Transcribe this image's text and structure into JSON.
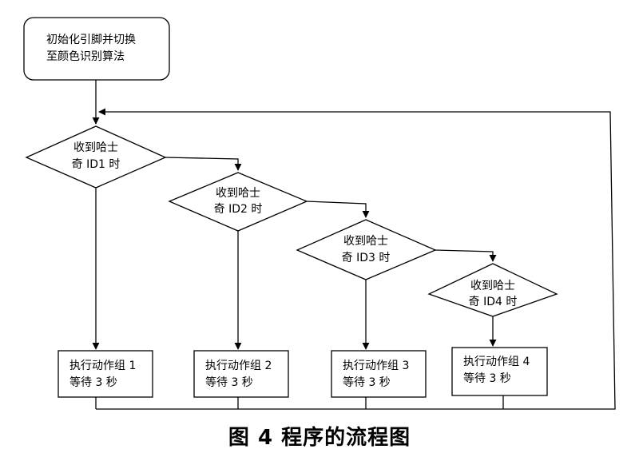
{
  "start": {
    "line1": "初始化引脚并切换",
    "line2": "至颜色识别算法"
  },
  "decisions": [
    {
      "line1": "收到哈士",
      "line2": "奇 ID1 时"
    },
    {
      "line1": "收到哈士",
      "line2": "奇 ID2 时"
    },
    {
      "line1": "收到哈士",
      "line2": "奇 ID3 时"
    },
    {
      "line1": "收到哈士",
      "line2": "奇 ID4 时"
    }
  ],
  "actions": [
    {
      "line1": "执行动作组 1",
      "line2": "等待 3 秒"
    },
    {
      "line1": "执行动作组 2",
      "line2": "等待 3 秒"
    },
    {
      "line1": "执行动作组 3",
      "line2": "等待 3 秒"
    },
    {
      "line1": "执行动作组 4",
      "line2": "等待 3 秒"
    }
  ],
  "caption": "图 4  程序的流程图"
}
